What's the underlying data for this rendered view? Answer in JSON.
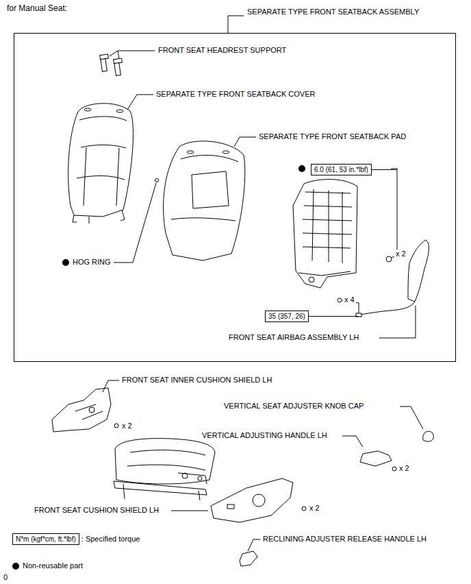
{
  "diagram": {
    "title": "for Manual Seat:",
    "nodes": [
      {
        "text": [
          "SEPARATE TYPE FRONT SEATBACK ASSEMBLY"
        ]
      },
      {
        "text": [
          "6.0 (61, 53 in.*lbf)"
        ],
        "in": 0
      },
      {
        "text": [
          "35 (357, 26)"
        ],
        "in": 0
      },
      {
        "text": [
          "N*m (kgf*cm, ft.*lbf)"
        ]
      }
    ],
    "labels": [
      "FRONT SEAT HEADREST SUPPORT",
      "SEPARATE TYPE FRONT SEATBACK COVER",
      "SEPARATE TYPE FRONT SEATBACK PAD",
      "HOG RING",
      "x 2",
      "x 4",
      "FRONT SEAT AIRBAG ASSEMBLY LH",
      "FRONT SEAT INNER CUSHION SHIELD LH",
      "x 2",
      "VERTICAL SEAT ADJUSTER KNOB CAP",
      "VERTICAL ADJUSTING HANDLE LH",
      "x 2",
      "FRONT SEAT CUSHION SHIELD LH",
      "x 2",
      "RECLINING ADJUSTER RELEASE HANDLE LH",
      "0"
    ],
    "legend": [
      {
        "text": ": Specified torque"
      },
      {
        "text": "Non-reusable part"
      }
    ]
  }
}
